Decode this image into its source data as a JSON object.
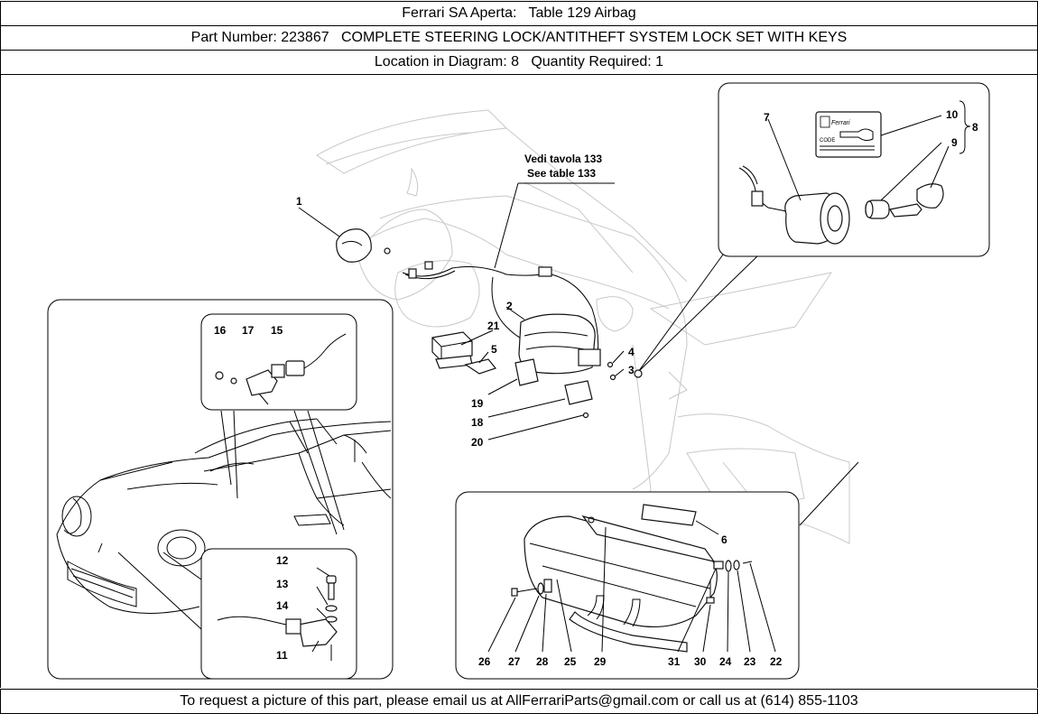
{
  "header": {
    "title": "Ferrari SA Aperta:   Table 129 Airbag",
    "part": "Part Number: 223867   COMPLETE STEERING LOCK/ANTITHEFT SYSTEM LOCK SET WITH KEYS",
    "location": "Location in Diagram: 8   Quantity Required: 1"
  },
  "diagram": {
    "ref_line1": "Vedi tavola 133",
    "ref_line2": "See table 133",
    "labels": {
      "l1": "1",
      "l2": "2",
      "l3": "3",
      "l4": "4",
      "l5": "5",
      "l6": "6",
      "l7": "7",
      "l8": "8",
      "l9": "9",
      "l10": "10",
      "l11": "11",
      "l12": "12",
      "l13": "13",
      "l14": "14",
      "l15": "15",
      "l16": "16",
      "l17": "17",
      "l18": "18",
      "l19": "19",
      "l20": "20",
      "l21": "21",
      "l22": "22",
      "l23": "23",
      "l24": "24",
      "l25": "25",
      "l26": "26",
      "l27": "27",
      "l28": "28",
      "l29": "29",
      "l30": "30",
      "l31": "31"
    },
    "keycard_brand": "Ferrari",
    "keycard_code": "CODE"
  },
  "footer": {
    "text": "To request a picture of this part, please email us at AllFerrariParts@gmail.com or call us at (614) 855-1103"
  }
}
